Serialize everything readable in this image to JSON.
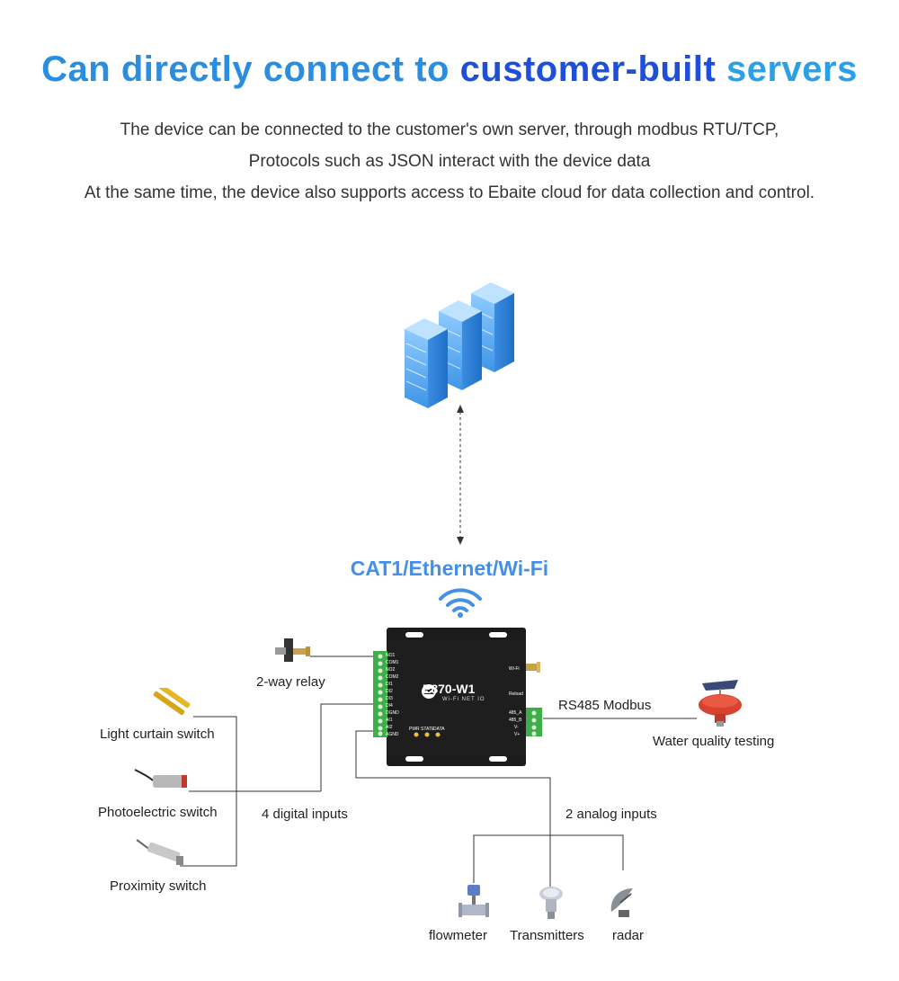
{
  "header": {
    "title_part1": "Can directly connect to ",
    "title_part2": "customer-built",
    "title_part3": " servers",
    "lines": [
      "The device can be connected to the customer's own server, through modbus RTU/TCP,",
      "Protocols such as JSON interact with the device data",
      "At the same time, the device also supports access to Ebaite cloud for data collection and control."
    ]
  },
  "connectivity": {
    "label": "CAT1/Ethernet/Wi-Fi"
  },
  "device": {
    "model": "E870-W1",
    "subtitle": "Wi-Fi  NET IO",
    "pins_left": [
      "NO1",
      "COM1",
      "NO2",
      "COM2",
      "DI1",
      "DI2",
      "DI3",
      "DI4",
      "DGND",
      "AI1",
      "AI2",
      "AGND"
    ],
    "pins_right": [
      "485_A",
      "485_B",
      "V-",
      "V+"
    ],
    "right_top_labels": [
      "Wi-Fi",
      "Reload"
    ],
    "leds": [
      "PWR",
      "STATE",
      "DATA"
    ]
  },
  "peripherals": {
    "relay": "2-way relay",
    "light_curtain": "Light curtain switch",
    "photoelectric": "Photoelectric switch",
    "proximity": "Proximity switch",
    "digital_inputs": "4 digital inputs",
    "rs485": "RS485 Modbus",
    "water_quality": "Water quality testing",
    "analog_inputs": "2 analog inputs",
    "flowmeter": "flowmeter",
    "transmitters": "Transmitters",
    "radar": "radar"
  },
  "colors": {
    "title_blue": "#2a8de0",
    "title_dark_blue": "#1d4fd8",
    "accent_blue": "#4390e6",
    "server_blue": "#5aaef0",
    "terminal_green": "#3fae49",
    "device_black": "#1b1b1b"
  }
}
